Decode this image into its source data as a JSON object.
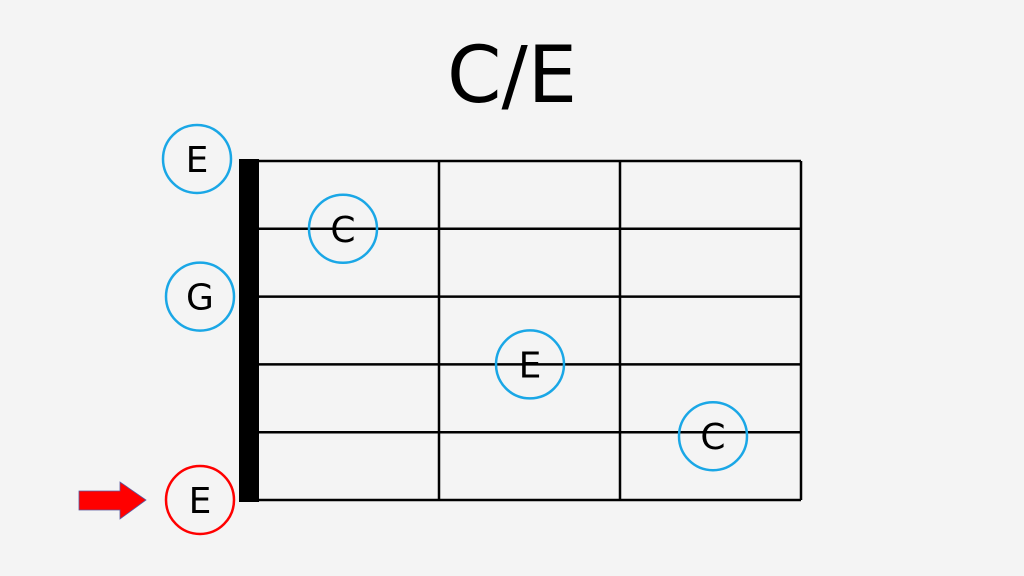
{
  "title": "C/E",
  "colors": {
    "marker": "#1aa7e6",
    "bass_marker": "#ff0000",
    "arrow": "#ff0000",
    "grid": "#000000"
  },
  "strings": 6,
  "frets": 3,
  "open_notes": [
    {
      "string": 1,
      "label": "E"
    },
    {
      "string": 3,
      "label": "G"
    },
    {
      "string": 6,
      "label": "E",
      "bass": true
    }
  ],
  "fretted_notes": [
    {
      "string": 2,
      "fret": 1,
      "label": "C"
    },
    {
      "string": 4,
      "fret": 2,
      "label": "E"
    },
    {
      "string": 5,
      "fret": 3,
      "label": "C"
    }
  ],
  "bass_indicator": "arrow-right-icon"
}
